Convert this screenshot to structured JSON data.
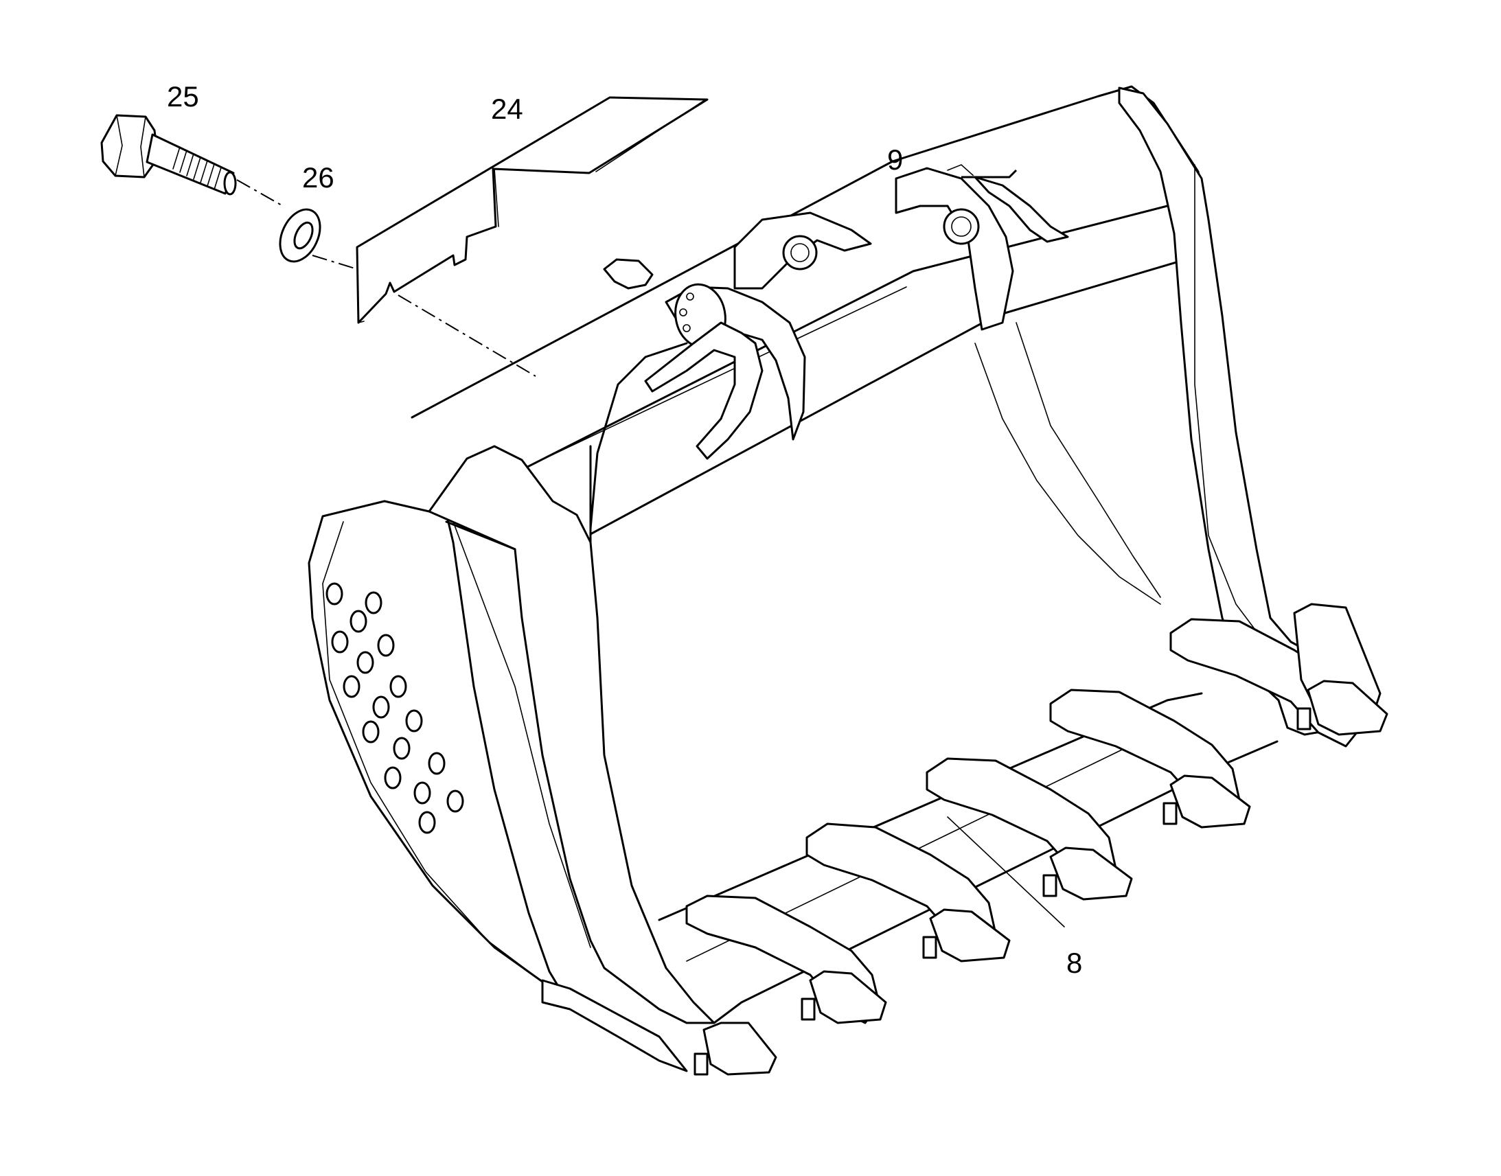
{
  "callouts": {
    "bolt": "25",
    "washer": "26",
    "plate": "24",
    "pin": "9",
    "tooth": "8"
  },
  "colors": {
    "line": "#000000",
    "background": "#ffffff"
  }
}
